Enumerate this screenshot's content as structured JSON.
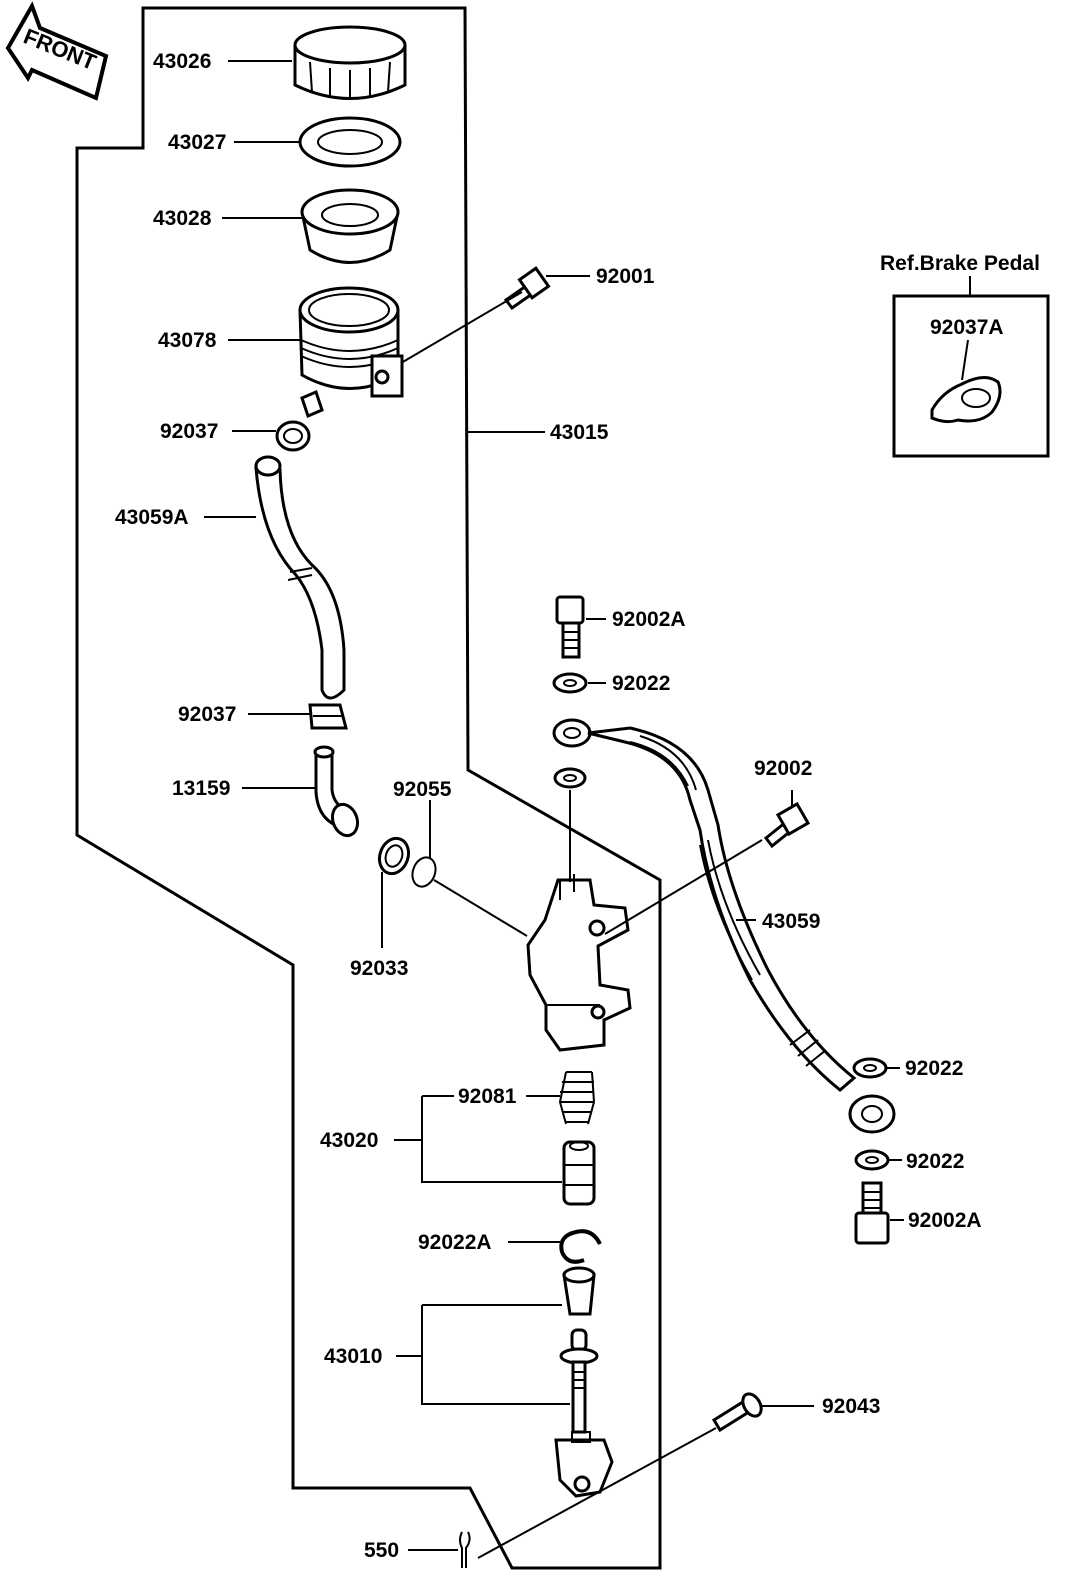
{
  "front_arrow": {
    "text": "FRONT"
  },
  "labels": {
    "p43026": "43026",
    "p43027": "43027",
    "p43028": "43028",
    "p92001": "92001",
    "p43078": "43078",
    "p92037_top": "92037",
    "p43015": "43015",
    "p43059A": "43059A",
    "p92002A_top": "92002A",
    "p92022_top": "92022",
    "p92037_bottom": "92037",
    "p92002": "92002",
    "p13159": "13159",
    "p92055": "92055",
    "p43059": "43059",
    "p92033": "92033",
    "p92022_mid": "92022",
    "p92081": "92081",
    "p43020": "43020",
    "p92022_low": "92022",
    "p92002A_low": "92002A",
    "p92022A": "92022A",
    "p43010": "43010",
    "p92043": "92043",
    "p550": "550"
  },
  "ref_box": {
    "title": "Ref.Brake Pedal",
    "part": "92037A"
  }
}
